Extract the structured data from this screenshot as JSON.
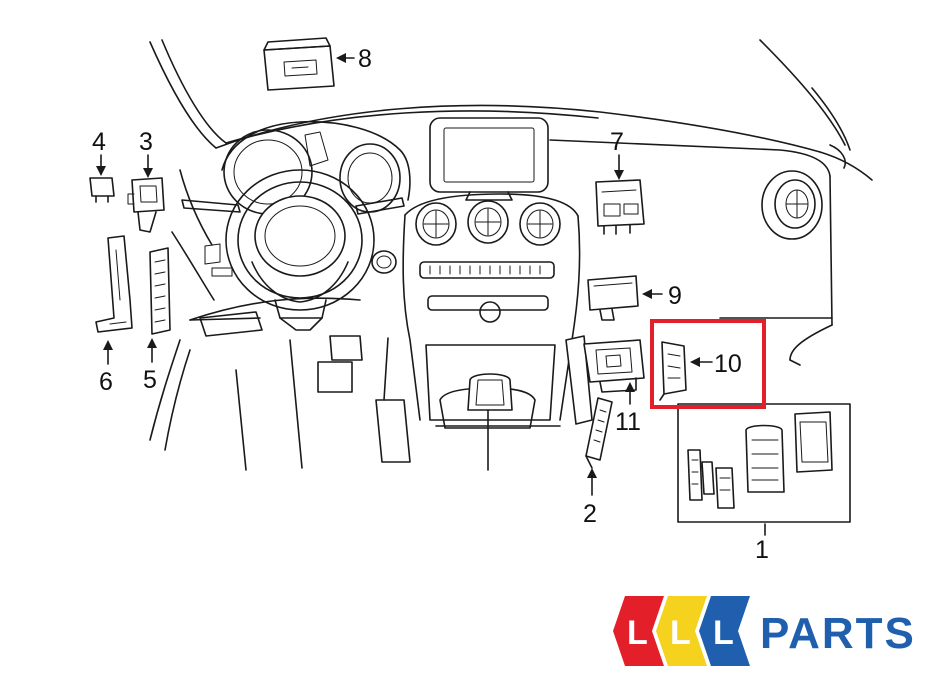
{
  "callouts": [
    {
      "id": "1",
      "label": "1"
    },
    {
      "id": "2",
      "label": "2"
    },
    {
      "id": "3",
      "label": "3"
    },
    {
      "id": "4",
      "label": "4"
    },
    {
      "id": "5",
      "label": "5"
    },
    {
      "id": "6",
      "label": "6"
    },
    {
      "id": "7",
      "label": "7"
    },
    {
      "id": "8",
      "label": "8"
    },
    {
      "id": "9",
      "label": "9"
    },
    {
      "id": "10",
      "label": "10"
    },
    {
      "id": "11",
      "label": "11"
    }
  ],
  "highlight": {
    "part": "10",
    "color": "#e3202a"
  },
  "brand": {
    "tiles": [
      {
        "letter": "L",
        "color": "#e3202a"
      },
      {
        "letter": "L",
        "color": "#f4d21d"
      },
      {
        "letter": "L",
        "color": "#1f5fae"
      }
    ],
    "name": "PARTS",
    "name_color": "#1f5fae"
  }
}
